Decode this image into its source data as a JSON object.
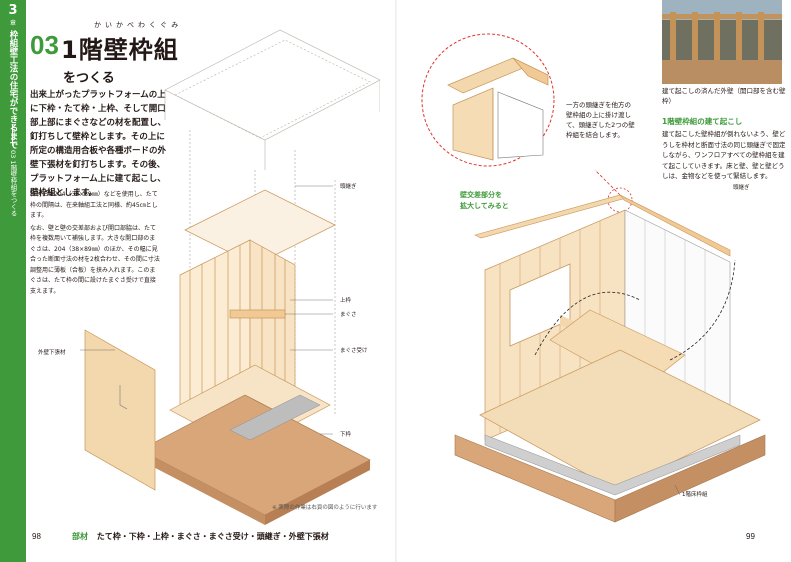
{
  "side_tab": {
    "chapter_no": "3",
    "chapter_small": "章",
    "chapter_title": "枠組壁工法の住宅ができるまで",
    "section_path": "03 1階壁枠組をつくる"
  },
  "title": {
    "number": "03",
    "main": "1階壁枠組",
    "ruby": "かいかべわくぐみ",
    "sub": "をつくる"
  },
  "lead": "出来上がったプラットフォームの上に下枠・たて枠・上枠、そして開口部上部にまぐさなどの材を配置し、釘打ちして壁枠とします。その上に所定の構造用合板や各種ボードの外壁下張材を釘打ちします。その後、プラットフォーム上に建て起こし、壁枠組とします。",
  "body": [
    "枠材には204（38×89㎜）などを使用し、たて枠の間隔は、在来軸組工法と同様、約45㎝とします。",
    "なお、壁と壁の交差部および開口部脇は、たて枠を複数用いて補強します。大きな開口部のまぐさは、204（38×89㎜）のほか、その幅に見合った断面寸法の材を2枚合わせ、その間に寸法調整用に薄板（合板）を挟み入れます。このまぐさは、たて枠の間に設けたまぐさ受けで直接支えます。"
  ],
  "left_labels": {
    "headpiece": "頭継ぎ",
    "top_plate": "上枠",
    "header": "まぐさ",
    "header_support": "まぐさ受け",
    "bottom_plate": "下枠",
    "sheathing": "外壁下張材"
  },
  "footnote": "※ 実際の作業は右頁の図のように行います",
  "page_left": "98",
  "footer": {
    "label": "部材",
    "items": "たて枠・下枠・上枠・まぐさ・まぐさ受け・頭継ぎ・外壁下張材"
  },
  "page_right": "99",
  "right": {
    "callout": "一方の頭継ぎを他方の壁枠組の上に掛け渡して、頭継ぎした2つの壁枠組を結合します。",
    "zoom_label": "壁交差部分を\n拡大してみると",
    "photo_caption": "建て起こしの済んだ外壁（開口部を含む壁枠）",
    "heading": "1階壁枠組の建て起こし",
    "text": "建て起こした壁枠組が倒れないよう、壁どうしを枠材と断面寸法の同じ頭継ぎで固定しながら、ワンフロアすべての壁枠組を建て起こしていきます。床と壁、壁と壁どうしは、金物などを使って緊結します。",
    "headpiece_label": "頭継ぎ",
    "floor_label": "1階床枠組"
  },
  "colors": {
    "accent": "#3e9a3a",
    "wood": "#f3d7ad",
    "wood_line": "#c8965a",
    "concrete": "#d9a679",
    "red_dash": "#e0332b"
  }
}
